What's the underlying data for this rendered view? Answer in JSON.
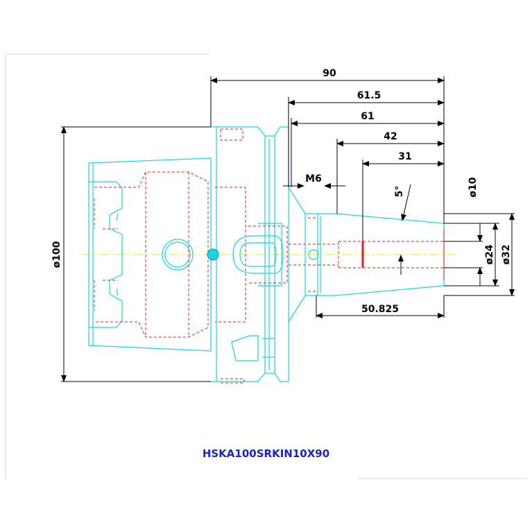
{
  "colors": {
    "outline": "#16d6e6",
    "hidden_lines": "#e0221e",
    "dimension_lines": "#000000",
    "centerline": "#e8e800",
    "label": "#1a22c8"
  },
  "dimensions": {
    "overall_length": "90",
    "length_61_5": "61.5",
    "length_61": "61",
    "length_42": "42",
    "length_31": "31",
    "thread": "M6",
    "taper_angle": "5°",
    "bore_diameter": "ø10",
    "nose_diameter": "ø24",
    "taper_diameter": "ø32",
    "flange_diameter": "ø100",
    "taper_length": "50.825"
  },
  "part_number": "HSKA100SRKIN10X90"
}
